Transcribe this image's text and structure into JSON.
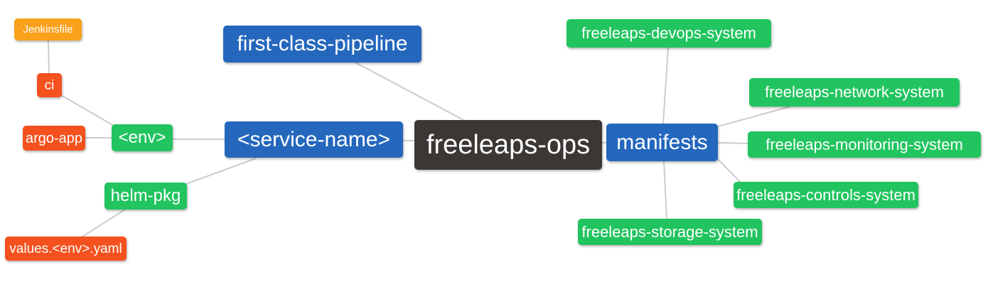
{
  "diagram": {
    "type": "mindmap",
    "root": "freeleaps-ops",
    "colors": {
      "orange": "#F9A11B",
      "red": "#F4511E",
      "green": "#21C45F",
      "blue": "#2467BD",
      "dark": "#3B3735",
      "edge": "#CCCCCC",
      "background": "#FFFFFF",
      "text": "#FFFFFF"
    },
    "nodes": [
      {
        "id": "jenkinsfile",
        "label": "Jenkinsfile",
        "color": "#F9A11B"
      },
      {
        "id": "ci",
        "label": "ci",
        "color": "#F4511E"
      },
      {
        "id": "argo-app",
        "label": "argo-app",
        "color": "#F4511E"
      },
      {
        "id": "env",
        "label": "<env>",
        "color": "#21C45F"
      },
      {
        "id": "helm-pkg",
        "label": "helm-pkg",
        "color": "#21C45F"
      },
      {
        "id": "values-env-yaml",
        "label": "values.<env>.yaml",
        "color": "#F4511E"
      },
      {
        "id": "first-class-pipeline",
        "label": "first-class-pipeline",
        "color": "#2467BD"
      },
      {
        "id": "service-name",
        "label": "<service-name>",
        "color": "#2467BD"
      },
      {
        "id": "freeleaps-ops",
        "label": "freeleaps-ops",
        "color": "#3B3735"
      },
      {
        "id": "manifests",
        "label": "manifests",
        "color": "#2467BD"
      },
      {
        "id": "freeleaps-devops-system",
        "label": "freeleaps-devops-system",
        "color": "#21C45F"
      },
      {
        "id": "freeleaps-network-system",
        "label": "freeleaps-network-system",
        "color": "#21C45F"
      },
      {
        "id": "freeleaps-monitoring-system",
        "label": "freeleaps-monitoring-system",
        "color": "#21C45F"
      },
      {
        "id": "freeleaps-controls-system",
        "label": "freeleaps-controls-system",
        "color": "#21C45F"
      },
      {
        "id": "freeleaps-storage-system",
        "label": "freeleaps-storage-system",
        "color": "#21C45F"
      }
    ],
    "edges": [
      [
        "jenkinsfile",
        "ci"
      ],
      [
        "ci",
        "env"
      ],
      [
        "argo-app",
        "env"
      ],
      [
        "env",
        "service-name"
      ],
      [
        "helm-pkg",
        "service-name"
      ],
      [
        "values-env-yaml",
        "helm-pkg"
      ],
      [
        "first-class-pipeline",
        "freeleaps-ops"
      ],
      [
        "service-name",
        "freeleaps-ops"
      ],
      [
        "freeleaps-ops",
        "manifests"
      ],
      [
        "manifests",
        "freeleaps-devops-system"
      ],
      [
        "manifests",
        "freeleaps-network-system"
      ],
      [
        "manifests",
        "freeleaps-monitoring-system"
      ],
      [
        "manifests",
        "freeleaps-controls-system"
      ],
      [
        "manifests",
        "freeleaps-storage-system"
      ]
    ]
  }
}
